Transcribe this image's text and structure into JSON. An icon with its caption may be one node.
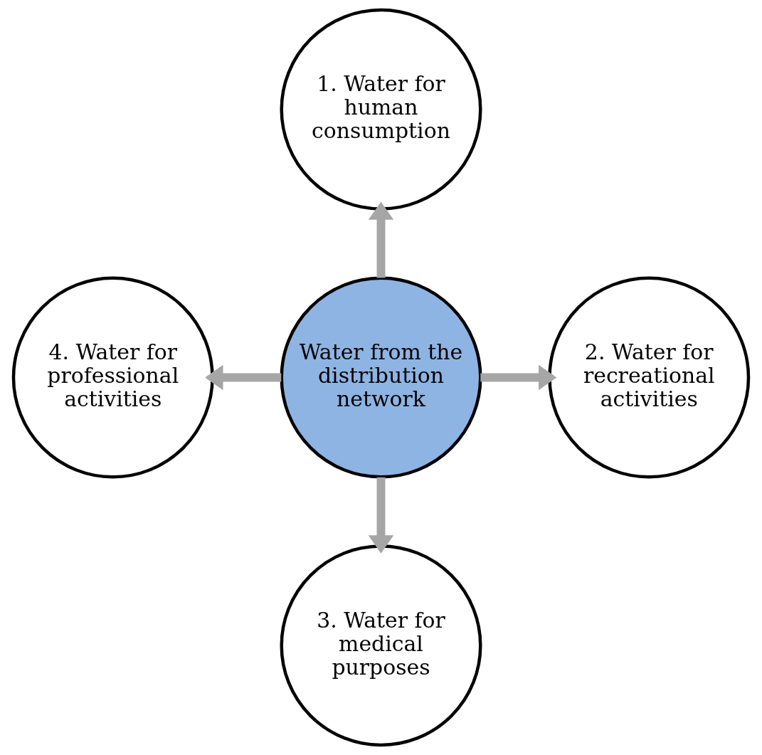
{
  "diagram": {
    "nodes": [
      {
        "text": [
          "Water from the distribution network"
        ]
      },
      {
        "text": [
          "1. Water for human consumption"
        ]
      },
      {
        "text": [
          "2. Water for recreational activities"
        ]
      },
      {
        "text": [
          "3. Water for medical purposes"
        ]
      },
      {
        "text": [
          "4. Water for professional activities"
        ]
      }
    ],
    "edges": [
      {
        "from": 0,
        "to": 1,
        "arrow": "to"
      },
      {
        "from": 0,
        "to": 2,
        "arrow": "to"
      },
      {
        "from": 0,
        "to": 3,
        "arrow": "to"
      },
      {
        "from": 0,
        "to": 4,
        "arrow": "to"
      }
    ]
  }
}
